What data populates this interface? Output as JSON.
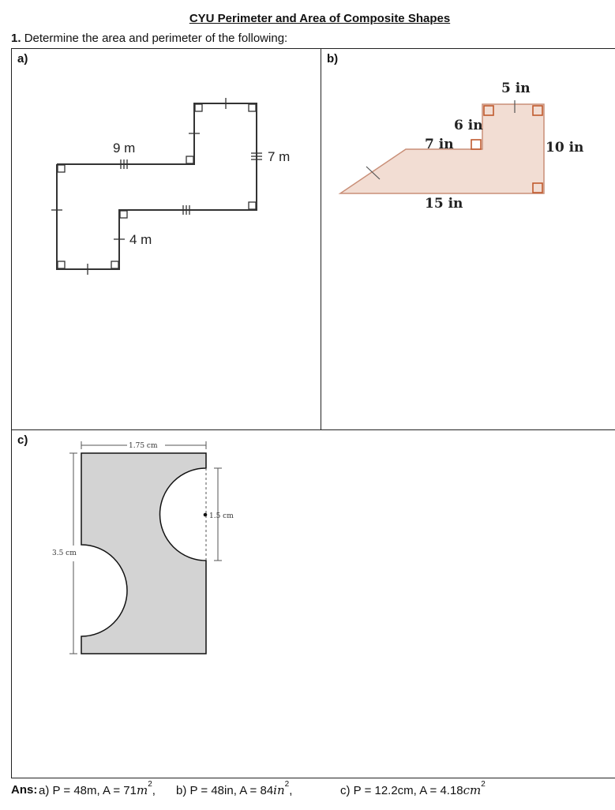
{
  "title": "CYU Perimeter and Area of Composite Shapes",
  "question": {
    "number": "1.",
    "text": "Determine the area and perimeter of the following:"
  },
  "parts": {
    "a": {
      "label": "a)",
      "dims": {
        "top": "9 m",
        "right": "7 m",
        "bottom": "4 m"
      }
    },
    "b": {
      "label": "b)",
      "dims": {
        "top": "5 in",
        "step_h": "6 in",
        "step_w": "7 in",
        "right": "10 in",
        "bottom": "15 in"
      }
    },
    "c": {
      "label": "c)",
      "dims": {
        "width": "1.75 cm",
        "height": "3.5 cm",
        "diameter": "1.5 cm"
      }
    }
  },
  "answers": {
    "label": "Ans:",
    "a": {
      "text": "a) P = 48m, A = 71",
      "unit": "m",
      "exp": "2",
      "tail": ","
    },
    "b": {
      "text": "b) P = 48in, A = 84",
      "unit": "in",
      "exp": "2",
      "tail": ","
    },
    "c": {
      "text": "c) P = 12.2cm, A = 4.18",
      "unit": "cm",
      "exp": "2",
      "tail": ""
    }
  },
  "colors": {
    "shape_b_fill": "#f2ddd3",
    "shape_b_stroke": "#c98f78",
    "shape_c_fill": "#d3d3d3"
  }
}
